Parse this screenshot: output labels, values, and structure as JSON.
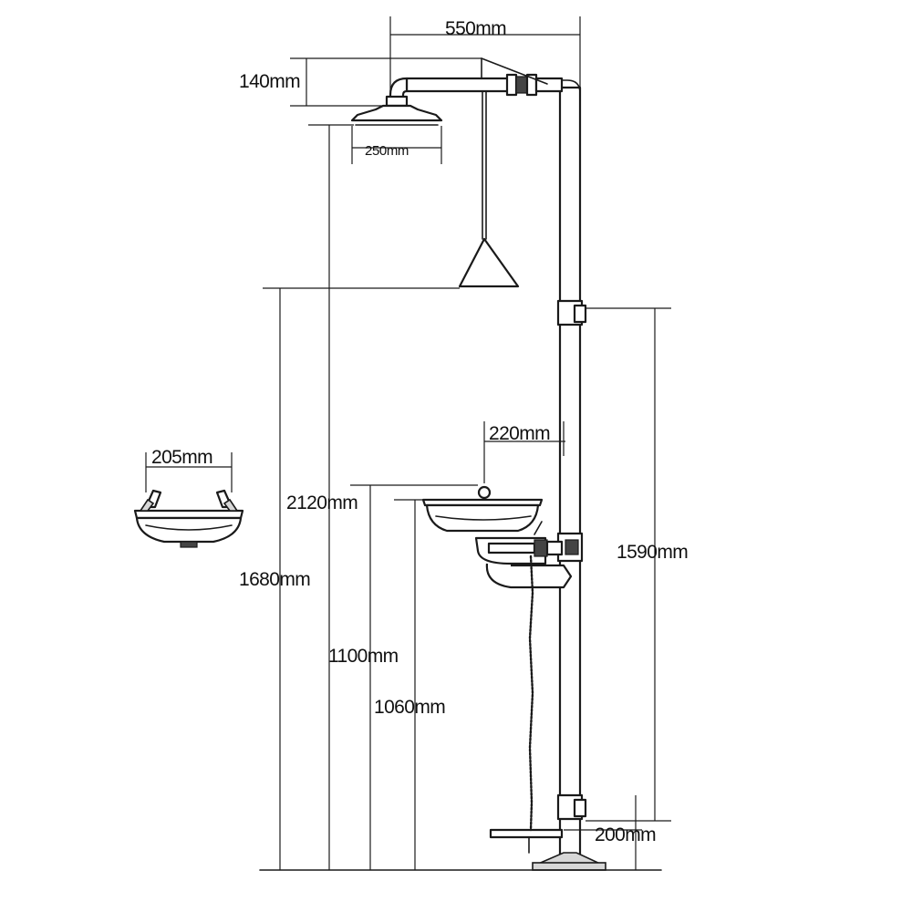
{
  "dimensions": {
    "arm_length": "550mm",
    "head_drop": "140mm",
    "head_diameter": "250mm",
    "overall_height": "2120mm",
    "pull_handle_height": "1680mm",
    "bracket_span": "1590mm",
    "basin_offset": "220mm",
    "basin_bowl_width": "205mm",
    "basin_rim_height": "1100mm",
    "basin_height": "1060mm",
    "foot_pedal_height": "200mm"
  },
  "colors": {
    "line": "#1a1a1a",
    "fill": "#ffffff",
    "shade": "#d7d7d7"
  }
}
